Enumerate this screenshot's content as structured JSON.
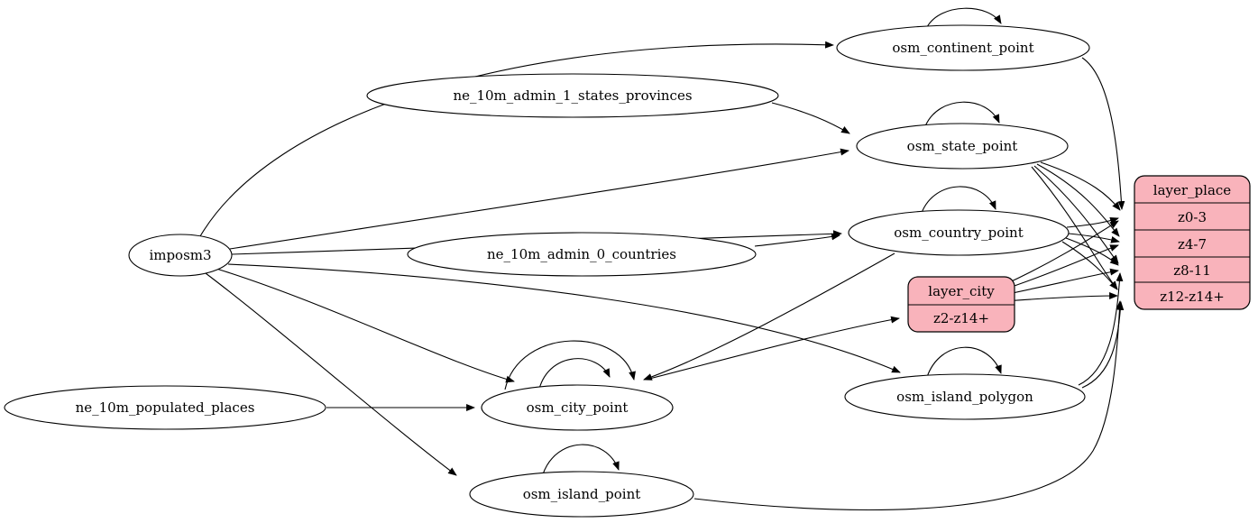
{
  "diagram": {
    "description": "ETL graph: imposm3 and Natural Earth sources feed osm_* tables which feed layer_city and layer_place zoom rows",
    "background": "#ffffff",
    "colors": {
      "node_fill": "#ffffff",
      "layer_fill": "#f9b3bb",
      "stroke": "#000000",
      "text": "#000000"
    },
    "nodes": {
      "imposm3": {
        "label": "imposm3",
        "type": "ellipse"
      },
      "ne_10m_admin_1_states_provinces": {
        "label": "ne_10m_admin_1_states_provinces",
        "type": "ellipse"
      },
      "ne_10m_admin_0_countries": {
        "label": "ne_10m_admin_0_countries",
        "type": "ellipse"
      },
      "ne_10m_populated_places": {
        "label": "ne_10m_populated_places",
        "type": "ellipse"
      },
      "osm_continent_point": {
        "label": "osm_continent_point",
        "type": "ellipse"
      },
      "osm_state_point": {
        "label": "osm_state_point",
        "type": "ellipse"
      },
      "osm_country_point": {
        "label": "osm_country_point",
        "type": "ellipse"
      },
      "osm_city_point": {
        "label": "osm_city_point",
        "type": "ellipse"
      },
      "osm_island_polygon": {
        "label": "osm_island_polygon",
        "type": "ellipse"
      },
      "osm_island_point": {
        "label": "osm_island_point",
        "type": "ellipse"
      },
      "layer_city": {
        "label": "layer_city",
        "type": "record",
        "rows": [
          "z2-z14+"
        ]
      },
      "layer_place": {
        "label": "layer_place",
        "type": "record",
        "rows": [
          "z0-3",
          "z4-7",
          "z8-11",
          "z12-z14+"
        ]
      }
    },
    "edges": [
      {
        "from": "imposm3",
        "to": "osm_continent_point"
      },
      {
        "from": "imposm3",
        "to": "osm_state_point"
      },
      {
        "from": "imposm3",
        "to": "osm_country_point"
      },
      {
        "from": "imposm3",
        "to": "osm_city_point"
      },
      {
        "from": "imposm3",
        "to": "osm_island_polygon"
      },
      {
        "from": "imposm3",
        "to": "osm_island_point"
      },
      {
        "from": "ne_10m_admin_1_states_provinces",
        "to": "osm_state_point"
      },
      {
        "from": "ne_10m_admin_0_countries",
        "to": "osm_country_point"
      },
      {
        "from": "ne_10m_populated_places",
        "to": "osm_city_point"
      },
      {
        "from": "osm_continent_point",
        "to": "osm_continent_point",
        "self_loop": true
      },
      {
        "from": "osm_state_point",
        "to": "osm_state_point",
        "self_loop": true
      },
      {
        "from": "osm_country_point",
        "to": "osm_country_point",
        "self_loop": true
      },
      {
        "from": "osm_city_point",
        "to": "osm_city_point",
        "self_loop": true
      },
      {
        "from": "osm_city_point",
        "to": "osm_city_point",
        "self_loop": true
      },
      {
        "from": "osm_island_polygon",
        "to": "osm_island_polygon",
        "self_loop": true
      },
      {
        "from": "osm_island_point",
        "to": "osm_island_point",
        "self_loop": true
      },
      {
        "from": "osm_country_point",
        "to": "osm_city_point"
      },
      {
        "from": "osm_city_point",
        "to": "layer_city",
        "port": "z2-z14+"
      },
      {
        "from": "osm_continent_point",
        "to": "layer_place",
        "port": "z0-3"
      },
      {
        "from": "osm_state_point",
        "to": "layer_place",
        "port": "z0-3"
      },
      {
        "from": "osm_state_point",
        "to": "layer_place",
        "port": "z4-7"
      },
      {
        "from": "osm_state_point",
        "to": "layer_place",
        "port": "z8-11"
      },
      {
        "from": "osm_state_point",
        "to": "layer_place",
        "port": "z12-z14+"
      },
      {
        "from": "osm_country_point",
        "to": "layer_place",
        "port": "z0-3"
      },
      {
        "from": "osm_country_point",
        "to": "layer_place",
        "port": "z4-7"
      },
      {
        "from": "osm_country_point",
        "to": "layer_place",
        "port": "z8-11"
      },
      {
        "from": "osm_country_point",
        "to": "layer_place",
        "port": "z12-z14+"
      },
      {
        "from": "layer_city",
        "to": "layer_place",
        "port": "z0-3"
      },
      {
        "from": "layer_city",
        "to": "layer_place",
        "port": "z4-7"
      },
      {
        "from": "layer_city",
        "to": "layer_place",
        "port": "z8-11"
      },
      {
        "from": "layer_city",
        "to": "layer_place",
        "port": "z12-z14+"
      },
      {
        "from": "osm_island_polygon",
        "to": "layer_place",
        "port": "z8-11"
      },
      {
        "from": "osm_island_polygon",
        "to": "layer_place",
        "port": "z12-z14+"
      },
      {
        "from": "osm_island_point",
        "to": "layer_place",
        "port": "z12-z14+"
      }
    ]
  }
}
